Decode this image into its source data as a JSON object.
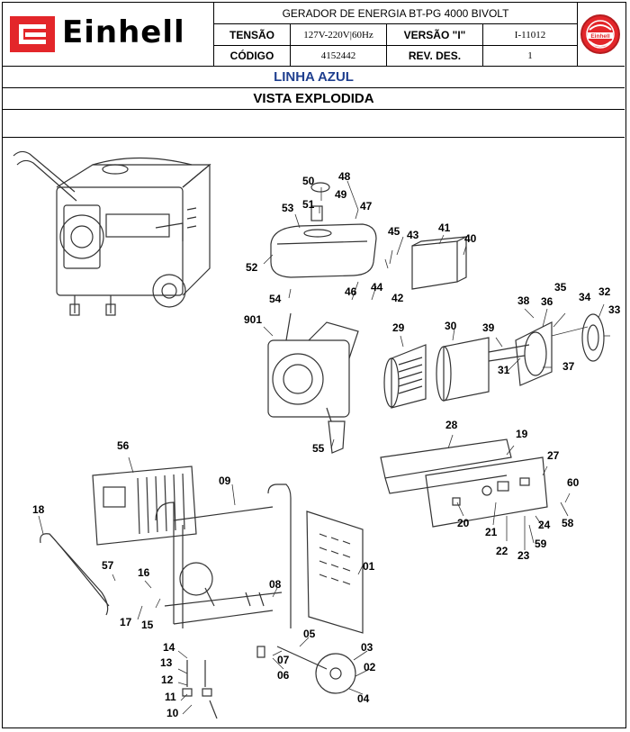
{
  "header": {
    "brand": "Einhell",
    "title": "GERADOR DE ENERGIA BT-PG 4000 BIVOLT",
    "tensao_label": "TENSÃO",
    "tensao_value": "127V-220V|60Hz",
    "versao_label": "VERSÃO \"I\"",
    "versao_value": "I-11012",
    "codigo_label": "CÓDIGO",
    "codigo_value": "4152442",
    "rev_label": "REV. DES.",
    "rev_value": "1",
    "badge_text": "Einhell"
  },
  "line_name": "LINHA AZUL",
  "view_title": "VISTA EXPLODIDA",
  "colors": {
    "brand_red": "#e3262a",
    "line_blue": "#1f3f8f"
  },
  "part_labels": {
    "p01": "01",
    "p02": "02",
    "p03": "03",
    "p04": "04",
    "p05": "05",
    "p06": "06",
    "p07": "07",
    "p08": "08",
    "p09": "09",
    "p10": "10",
    "p11": "11",
    "p12": "12",
    "p13": "13",
    "p14": "14",
    "p15": "15",
    "p16": "16",
    "p17": "17",
    "p18": "18",
    "p19": "19",
    "p20": "20",
    "p21": "21",
    "p22": "22",
    "p23": "23",
    "p24": "24",
    "p27": "27",
    "p28": "28",
    "p29": "29",
    "p30": "30",
    "p31": "31",
    "p32": "32",
    "p33": "33",
    "p34": "34",
    "p35": "35",
    "p36": "36",
    "p37": "37",
    "p38": "38",
    "p39": "39",
    "p40": "40",
    "p41": "41",
    "p42": "42",
    "p43": "43",
    "p44": "44",
    "p45": "45",
    "p46": "46",
    "p47": "47",
    "p48": "48",
    "p49": "49",
    "p50": "50",
    "p51": "51",
    "p52": "52",
    "p53": "53",
    "p54": "54",
    "p55": "55",
    "p56": "56",
    "p57": "57",
    "p58": "58",
    "p59": "59",
    "p60": "60",
    "p901": "901"
  }
}
